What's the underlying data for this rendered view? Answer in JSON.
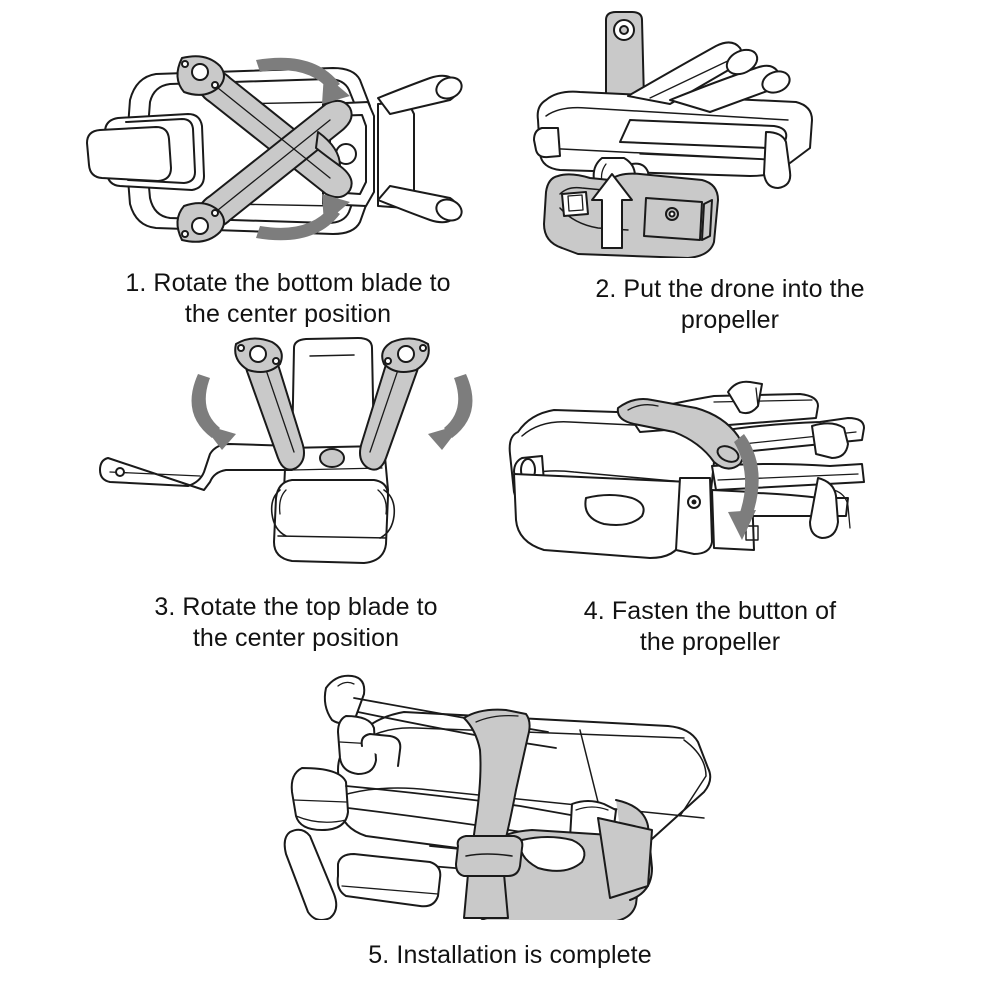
{
  "document": {
    "title": "Drone Propeller Holder Installation Guide",
    "background_color": "#ffffff",
    "line_color": "#1a1a1a",
    "fill_grey": "#c9c9c9",
    "arrow_grey": "#7d7d7d",
    "text_color": "#121212"
  },
  "steps": [
    {
      "number": "1",
      "caption": "1. Rotate the bottom blade to\nthe center position",
      "caption_line1": "1. Rotate the bottom blade to",
      "caption_line2": "the center position",
      "illustration": "drone-top-view-with-crossed-blades",
      "view": "top",
      "highlight_parts": [
        "lower-propeller-blade-pair"
      ],
      "arrows": [
        {
          "name": "rotate-arrow-top",
          "direction": "clockwise-down",
          "color": "#7d7d7d"
        },
        {
          "name": "rotate-arrow-bottom",
          "direction": "counterclockwise-up",
          "color": "#7d7d7d"
        }
      ]
    },
    {
      "number": "2",
      "caption": "2. Put the drone into the\npropeller",
      "caption_line1": "2. Put the drone into the",
      "caption_line2": "propeller",
      "illustration": "drone-above-propeller-holder",
      "view": "side",
      "highlight_parts": [
        "propeller-holder-base"
      ],
      "arrows": [
        {
          "name": "insert-arrow-up",
          "direction": "up",
          "color": "#ffffff",
          "outline": "#1a1a1a"
        }
      ]
    },
    {
      "number": "3",
      "caption": "3. Rotate the top blade to\nthe center position",
      "caption_line1": "3. Rotate the top blade to",
      "caption_line2": "the center position",
      "illustration": "drone-rear-view-with-v-blades",
      "view": "rear",
      "highlight_parts": [
        "upper-propeller-blade-pair"
      ],
      "arrows": [
        {
          "name": "rotate-arrow-left",
          "direction": "inward-right",
          "color": "#7d7d7d"
        },
        {
          "name": "rotate-arrow-right",
          "direction": "inward-left",
          "color": "#7d7d7d"
        }
      ]
    },
    {
      "number": "4",
      "caption": "4. Fasten the button of\nthe propeller",
      "caption_line1": "4. Fasten the button of",
      "caption_line2": "the propeller",
      "illustration": "drone-in-holder-with-strap",
      "view": "three-quarter",
      "highlight_parts": [
        "fastening-strap"
      ],
      "arrows": [
        {
          "name": "fasten-arrow-down",
          "direction": "down-curve",
          "color": "#7d7d7d"
        }
      ]
    },
    {
      "number": "5",
      "caption": "5. Installation is complete",
      "caption_line1": "5. Installation is complete",
      "caption_line2": "",
      "illustration": "completed-assembly",
      "view": "three-quarter",
      "highlight_parts": [
        "fastening-strap",
        "buckle",
        "propeller-holder-base"
      ],
      "arrows": []
    }
  ]
}
